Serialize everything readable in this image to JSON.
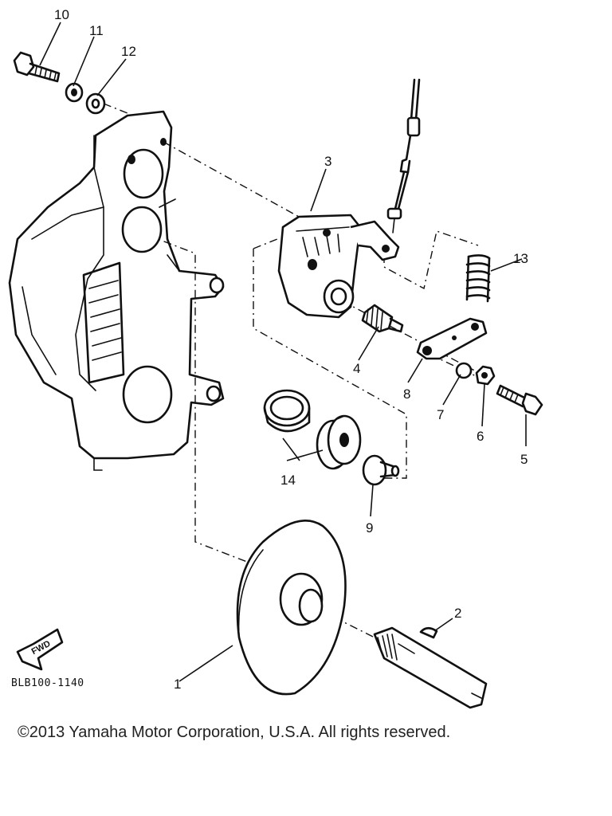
{
  "diagram": {
    "callouts": [
      "1",
      "2",
      "3",
      "4",
      "5",
      "6",
      "7",
      "8",
      "9",
      "10",
      "11",
      "12",
      "13",
      "14"
    ],
    "direction_badge": "FWD",
    "reference_code": "BLB100-1140"
  },
  "footer": {
    "copyright": "©2013 Yamaha Motor Corporation, U.S.A. All rights reserved."
  }
}
